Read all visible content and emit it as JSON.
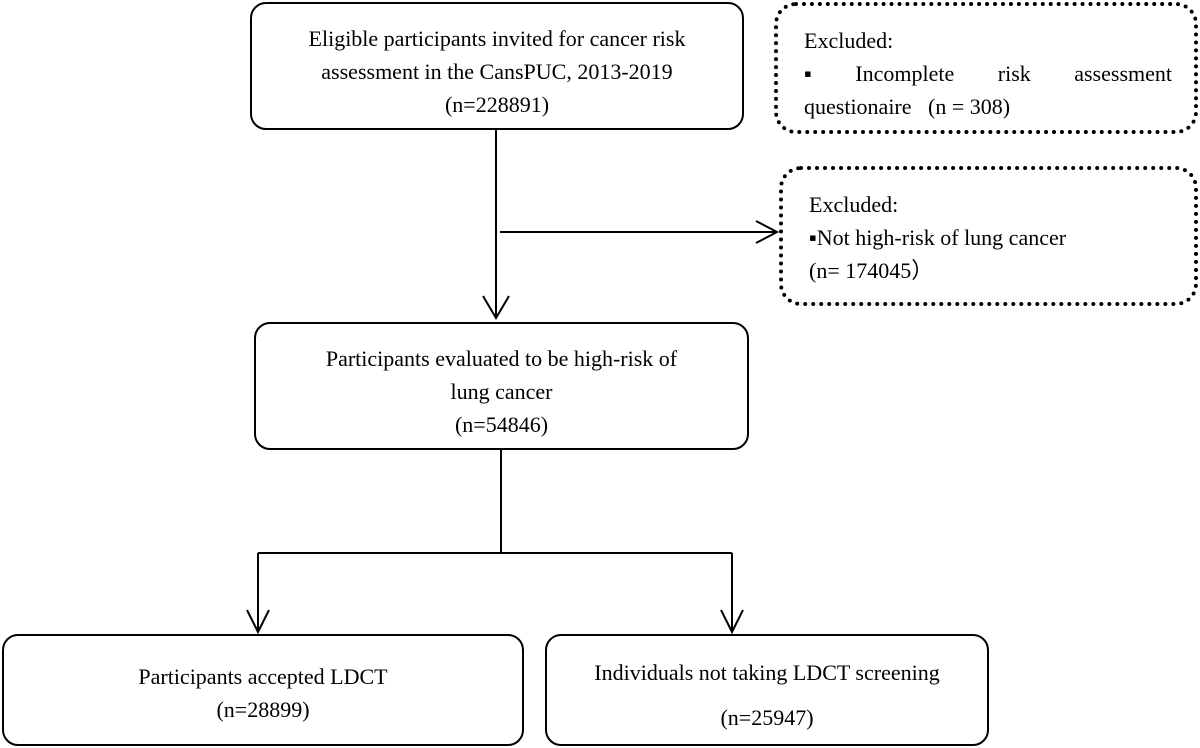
{
  "nodes": {
    "eligible": {
      "line1": "Eligible participants invited for cancer risk",
      "line2": "assessment in the CansPUC, 2013-2019",
      "count": "(n=228891)"
    },
    "excluded_incomplete": {
      "title": "Excluded:",
      "bullet": "▪",
      "words": [
        "Incomplete",
        "risk",
        "assessment"
      ],
      "line2": "questionaire   (n = 308)"
    },
    "excluded_not_high_risk": {
      "title": "Excluded:",
      "item": "▪Not high-risk of lung cancer",
      "count": "(n= 174045）"
    },
    "high_risk": {
      "line1": "Participants evaluated to be high-risk of",
      "line2": "lung cancer",
      "count": "(n=54846)"
    },
    "accepted_ldct": {
      "label": "Participants accepted LDCT",
      "count": "(n=28899)"
    },
    "not_taking_ldct": {
      "label": "Individuals not taking LDCT screening",
      "count": "(n=25947)"
    }
  },
  "edges": [
    {
      "from": "eligible",
      "to": "high_risk"
    },
    {
      "from": "eligible",
      "to": "excluded_not_high_risk"
    },
    {
      "from": "high_risk",
      "to": "accepted_ldct"
    },
    {
      "from": "high_risk",
      "to": "not_taking_ldct"
    }
  ]
}
